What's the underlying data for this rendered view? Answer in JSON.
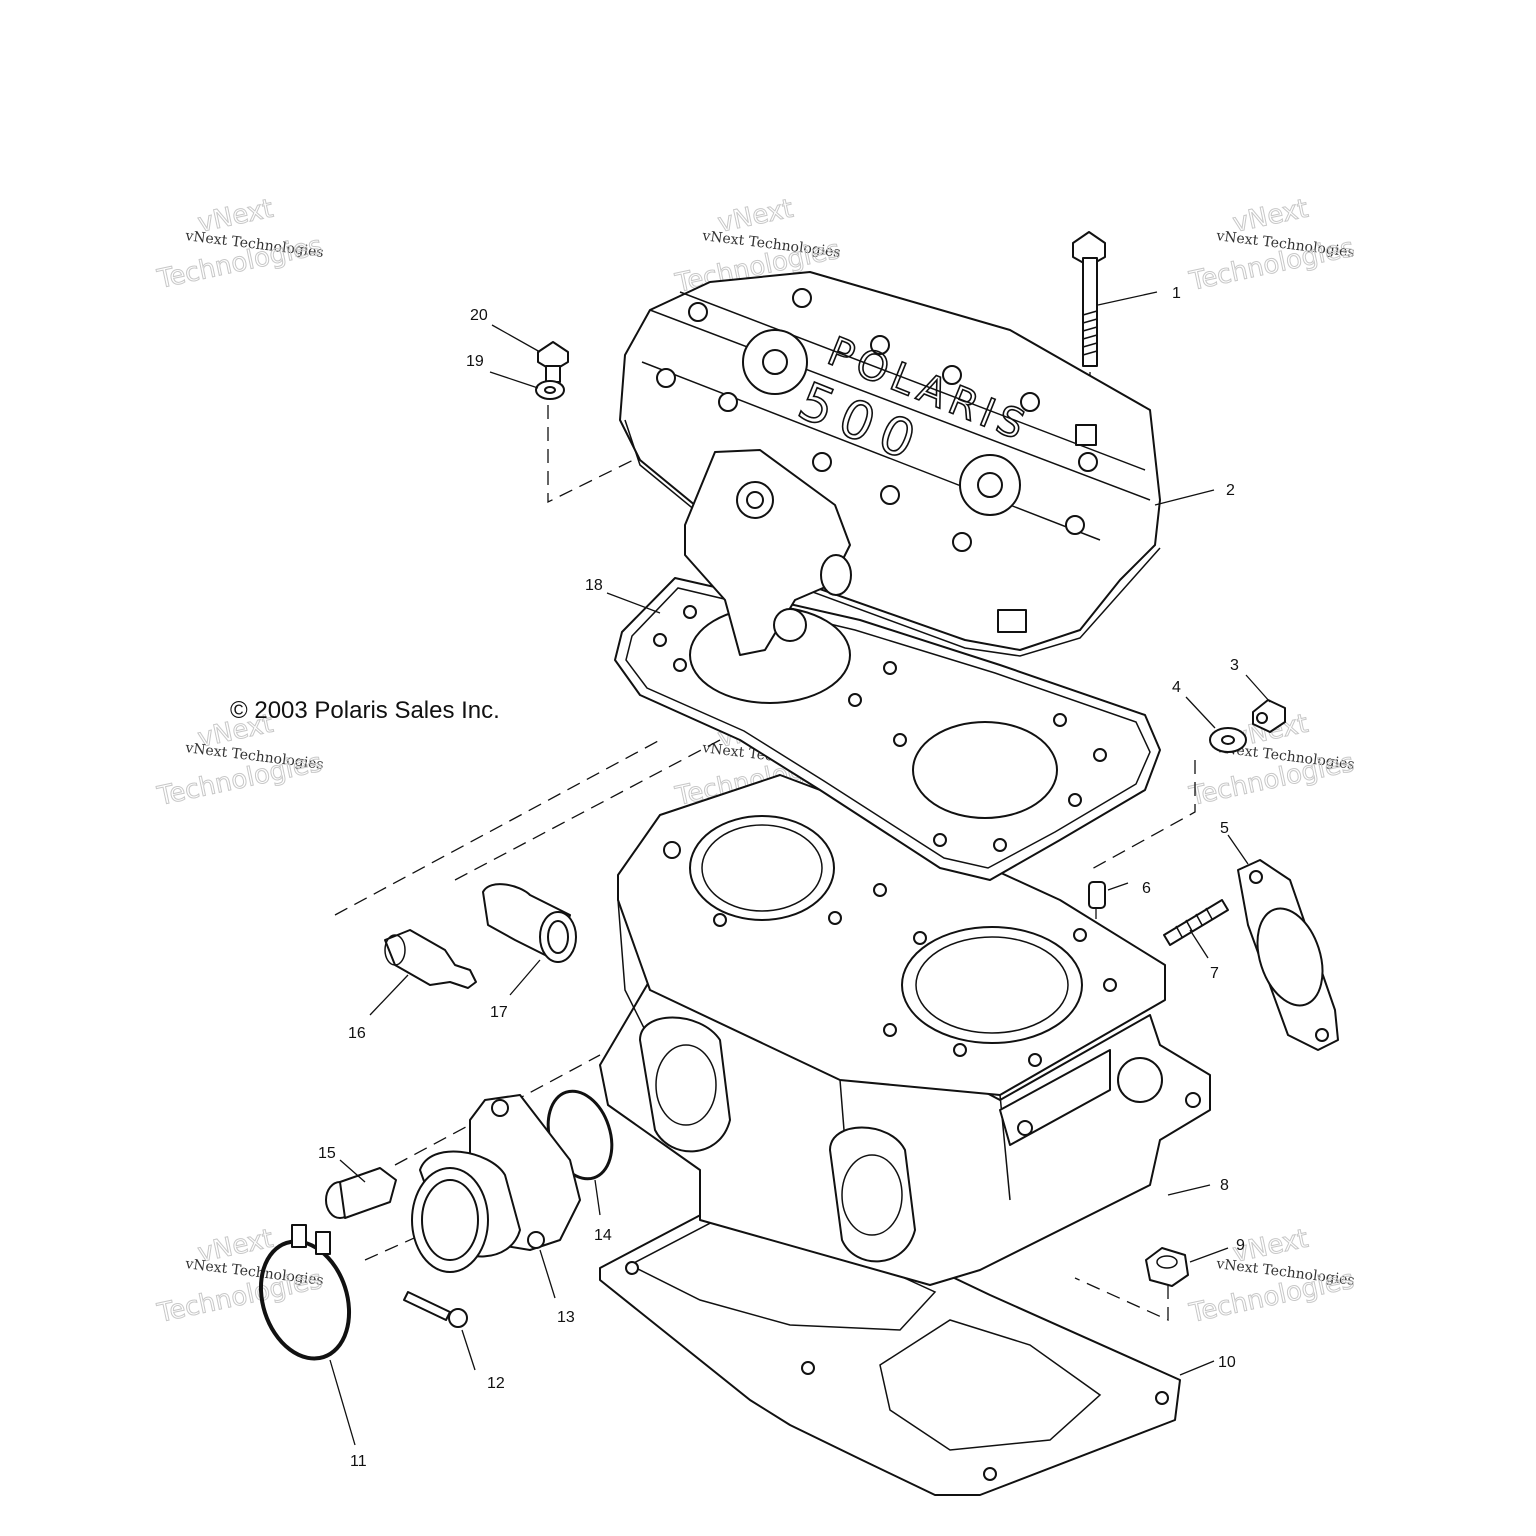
{
  "copyright": "© 2003 Polaris Sales Inc.",
  "cover_marking": {
    "brand": "POLARIS",
    "model": "500"
  },
  "watermark": {
    "line": "vNext Technologies",
    "top": "vNext",
    "bottom": "Technologies"
  },
  "callouts": [
    "1",
    "2",
    "3",
    "4",
    "5",
    "6",
    "7",
    "8",
    "9",
    "10",
    "11",
    "12",
    "13",
    "14",
    "15",
    "16",
    "17",
    "18",
    "19",
    "20"
  ]
}
